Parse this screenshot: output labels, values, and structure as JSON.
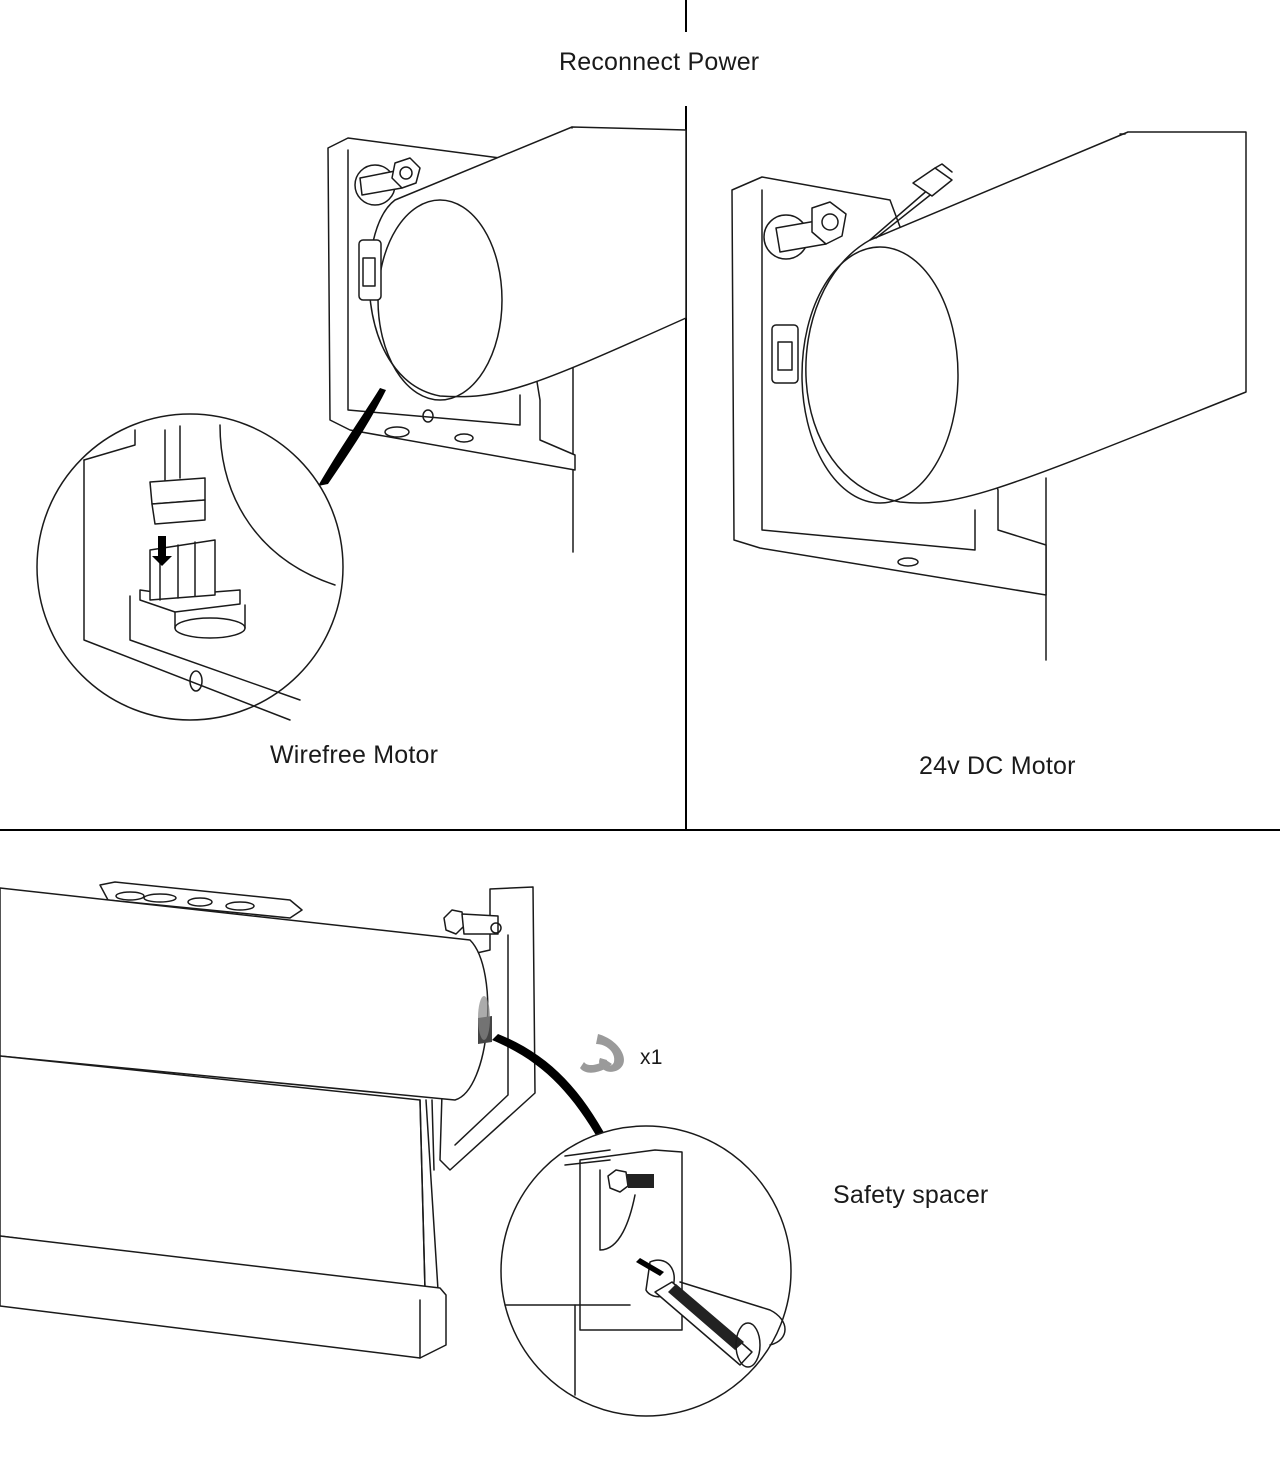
{
  "title": "Reconnect Power",
  "panels": {
    "wirefree": {
      "caption": "Wirefree Motor"
    },
    "dc": {
      "caption": "24v DC Motor"
    },
    "spacer": {
      "caption": "Safety spacer",
      "quantity": "x1"
    }
  },
  "icons": [
    "bolt-icon",
    "connector-icon",
    "safety-spacer-icon",
    "spanner-icon"
  ],
  "colors": {
    "line": "#1a1a1a",
    "spacer_icon": "#9a9a9a",
    "background": "#ffffff"
  }
}
